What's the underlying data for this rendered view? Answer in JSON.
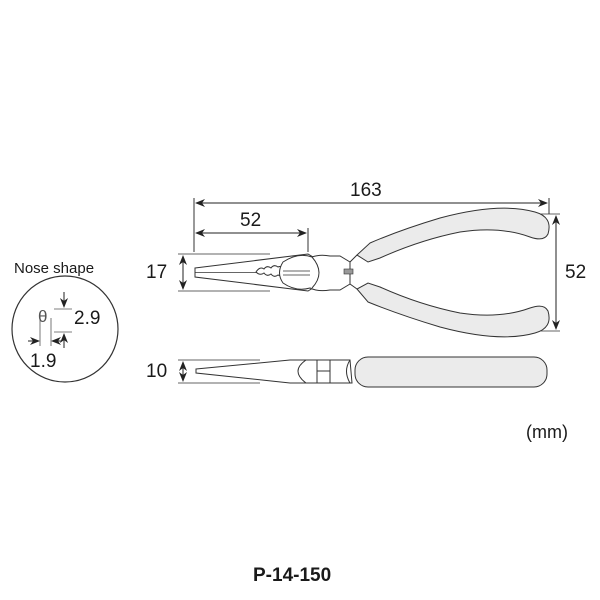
{
  "diagram": {
    "model": "P-14-150",
    "unit": "(mm)",
    "colors": {
      "line": "#333333",
      "handle_fill": "#ebebeb",
      "background": "#ffffff"
    },
    "nose_detail": {
      "title": "Nose shape",
      "symbol": "θ",
      "height": "2.9",
      "width": "1.9"
    },
    "top_view": {
      "overall_length": "163",
      "nose_length": "52",
      "head_height": "17",
      "handle_spread": "52"
    },
    "side_view": {
      "thickness": "10"
    }
  }
}
